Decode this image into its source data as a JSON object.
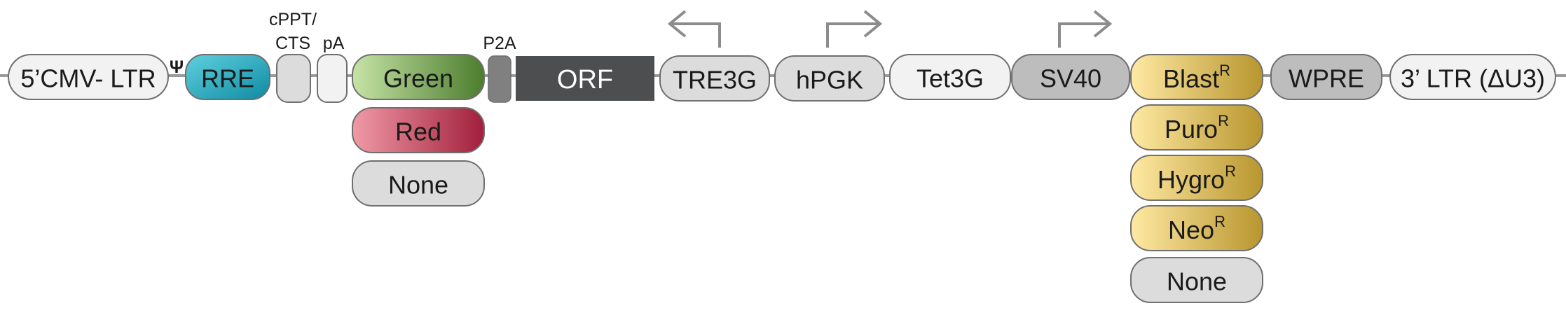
{
  "ltr5": "5’CMV- LTR",
  "psi": "Ψ",
  "rre": "RRE",
  "cppt_line1": "cPPT/",
  "cppt_line2": "CTS",
  "pa": "pA",
  "fluor": [
    "Green",
    "Red",
    "None"
  ],
  "p2a": "P2A",
  "orf": "ORF",
  "tre3g": "TRE3G",
  "hpgk": "hPGK",
  "tet3g": "Tet3G",
  "sv40": "SV40",
  "resistance": [
    {
      "base": "Blast",
      "sup": "R"
    },
    {
      "base": "Puro",
      "sup": "R"
    },
    {
      "base": "Hygro",
      "sup": "R"
    },
    {
      "base": "Neo",
      "sup": "R"
    },
    {
      "base": "None",
      "sup": ""
    }
  ],
  "wpre": "WPRE",
  "ltr3": "3’ LTR (ΔU3)",
  "colors": {
    "backbone": "#9a9a9a",
    "outline": "#6f6f6f",
    "pale": "#f2f2f2",
    "light_gray": "#dcdcdc",
    "mid_gray": "#bdbdbd",
    "dark_gray": "#808080",
    "orf": "#4d4e50",
    "rre_light": "#5fd1de",
    "rre_dark": "#0f8aa3",
    "green_light": "#c6e3a6",
    "green_dark": "#4c7d2e",
    "red_light": "#f09aa6",
    "red_dark": "#a11f3c",
    "gold_light": "#ffe9a3",
    "gold_dark": "#b8962e",
    "arrow": "#8c8c8c"
  },
  "icons": {
    "reverse_promoter": "arrow-left-icon",
    "forward_promoter": "arrow-right-icon"
  }
}
